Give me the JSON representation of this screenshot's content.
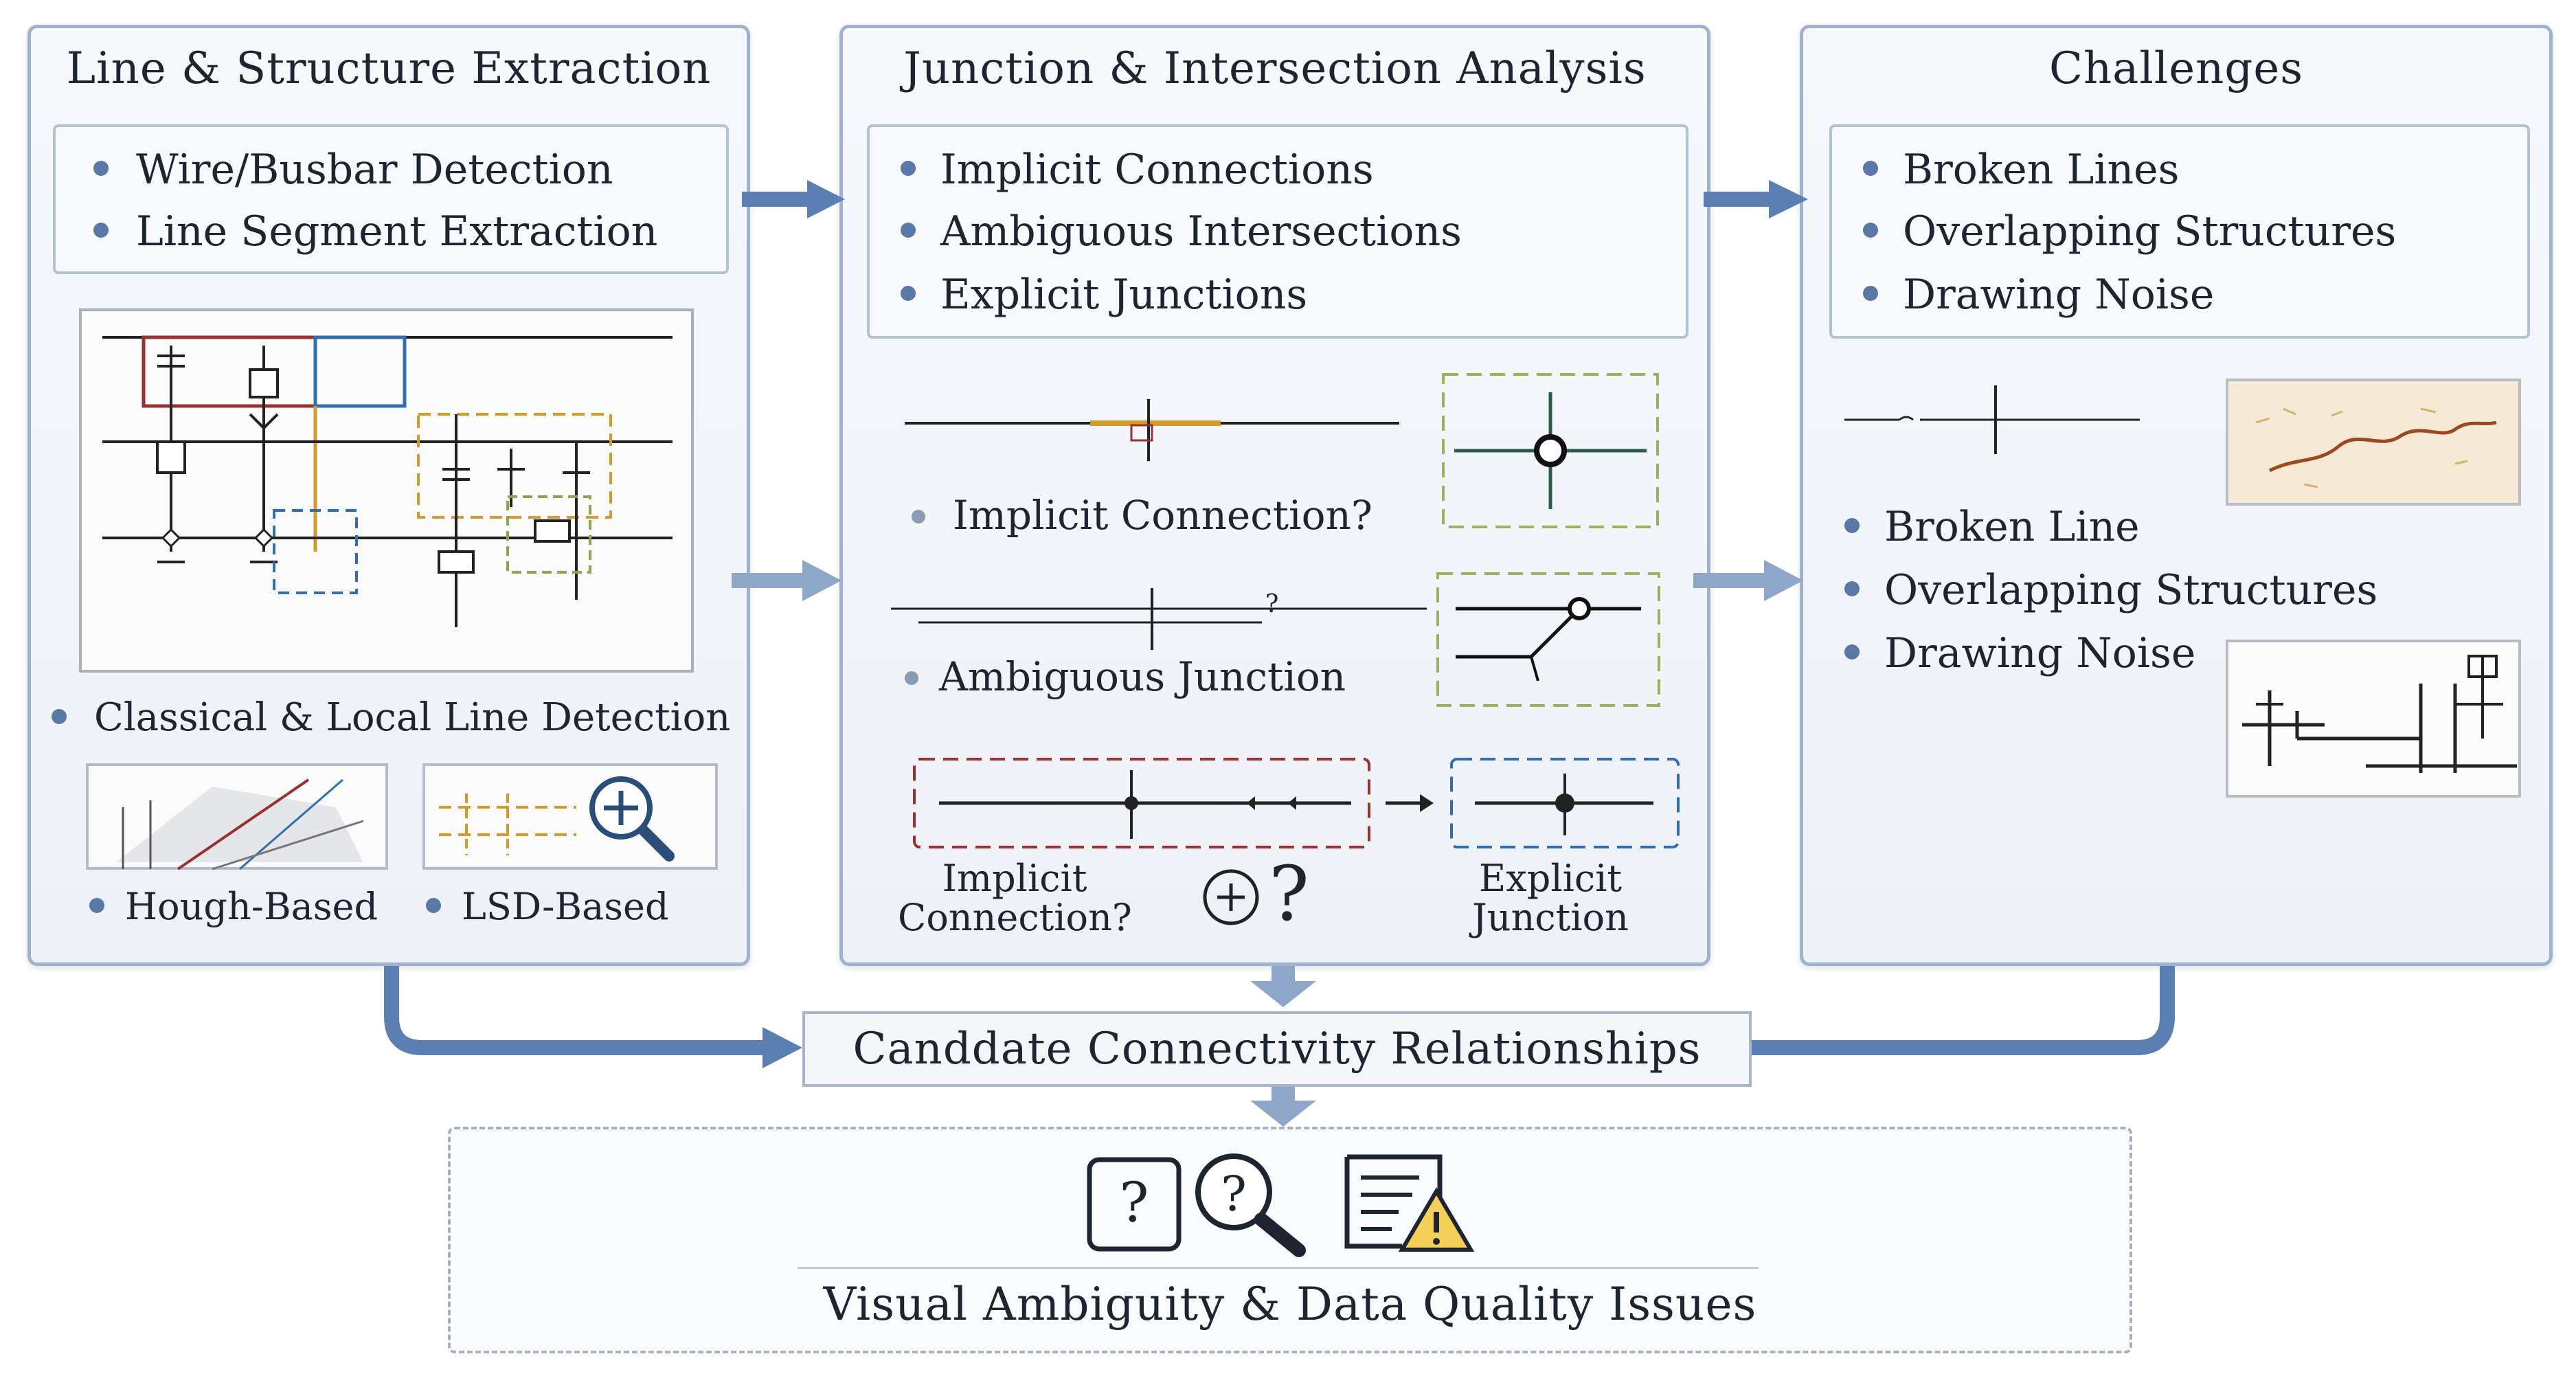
{
  "panels": {
    "left": {
      "title": "Line & Structure Extraction",
      "items": [
        "Wire/Busbar Detection",
        "Line Segment Extraction"
      ],
      "classical": "Classical & Local Line Detection",
      "hough": "Hough-Based",
      "lsd": "LSD-Based"
    },
    "middle": {
      "title": "Junction & Intersection Analysis",
      "items": [
        "Implicit Connections",
        "Ambiguous Intersections",
        "Explicit Junctions"
      ],
      "implicit_q": "Implicit Connection?",
      "ambiguous": "Ambiguous Junction",
      "implicit_q2_line1": "Implicit",
      "implicit_q2_line2": "Connection?",
      "question_mark": "?",
      "explicit_line1": "Explicit",
      "explicit_line2": "Junction"
    },
    "right": {
      "title": "Challenges",
      "items": [
        "Broken Lines",
        "Overlapping Structures",
        "Drawing Noise"
      ],
      "sub_items": [
        "Broken Line",
        "Overlapping Structures",
        "Drawing Noise"
      ]
    }
  },
  "candidate": "Canddate Connectivity Relationships",
  "bottom": {
    "label": "Visual Ambiguity & Data Quality Issues",
    "icons": [
      "question-box-icon",
      "magnifier-question-icon",
      "document-warning-icon"
    ]
  },
  "colors": {
    "arrow": "#5b7fb3",
    "panel_border": "#9fb3cf",
    "red": "#9a3030",
    "blue": "#2f6fb0",
    "orange": "#d49a2a",
    "green": "#8aa84a"
  }
}
